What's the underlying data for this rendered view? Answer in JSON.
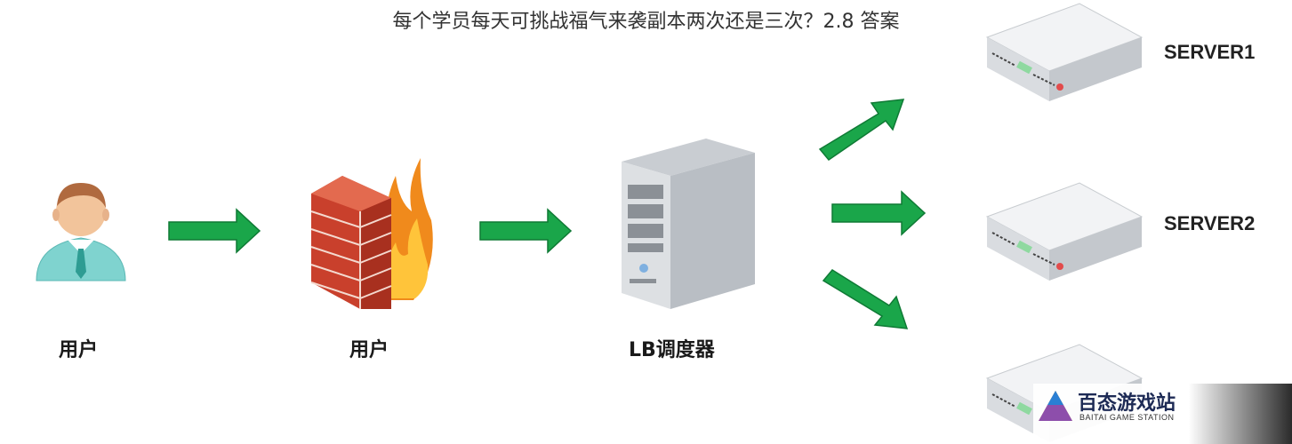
{
  "title": "每个学员每天可挑战福气来袭副本两次还是三次？2.8 答案",
  "nodes": {
    "user_label": "用户",
    "firewall_label": "用户",
    "lb_label": "LB调度器"
  },
  "servers": [
    "SERVER1",
    "SERVER2"
  ],
  "watermark": {
    "name": "百态游戏站",
    "subtitle": "BAITAI GAME STATION"
  },
  "colors": {
    "arrow": "#1aa64a",
    "skin": "#f2c49b",
    "shirt": "#7fd3cf",
    "brick": "#c9402c",
    "server": "#e9ecef"
  }
}
